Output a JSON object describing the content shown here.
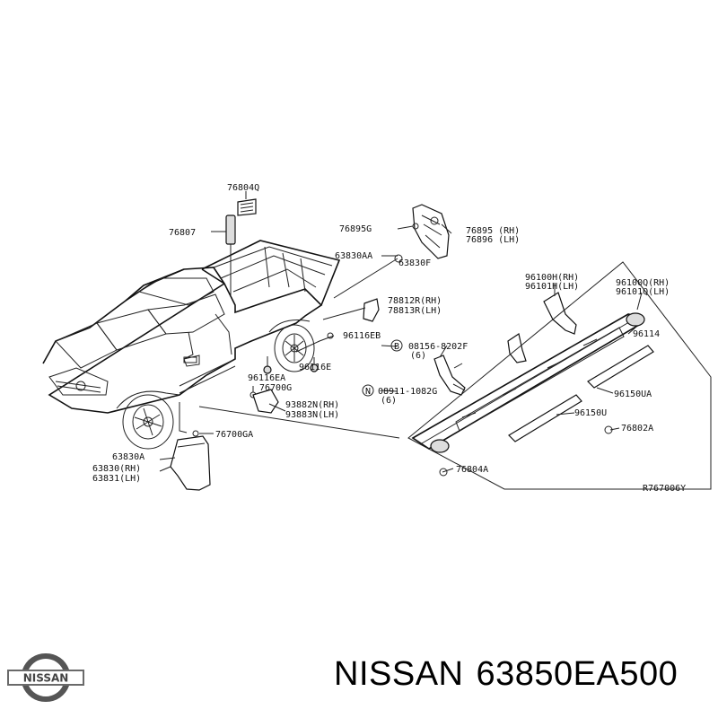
{
  "diagram": {
    "callouts": {
      "c76804q": "76804Q",
      "c76807": "76807",
      "c76895g": "76895G",
      "c76895": "76895 (RH)",
      "c76896": "76896 (LH)",
      "c63830aa": "63830AA",
      "c63830f": "63830F",
      "c96100h": "96100H(RH)",
      "c96101h": "96101H(LH)",
      "c96100q": "96100Q(RH)",
      "c96101q": "96101Q(LH)",
      "c78812r": "78812R(RH)",
      "c78813r": "78813R(LH)",
      "c96114": "96114",
      "c96116eb": "96116EB",
      "c08156_1": "08156-8202F",
      "c08156_2": "(6)",
      "c96116e": "96116E",
      "c96116ea": "96116EA",
      "c76700g": "76700G",
      "c08911_1": "08911-1082G",
      "c08911_2": "(6)",
      "c96150ua": "96150UA",
      "c93882n": "93882N(RH)",
      "c93883n": "93883N(LH)",
      "c96150u": "96150U",
      "c76802a": "76802A",
      "c76700ga": "76700GA",
      "c63830a": "63830A",
      "c63830": "63830(RH)",
      "c63831": "63831(LH)",
      "c76804a": "76804A",
      "b_mark": "B",
      "n_mark": "N",
      "ref": "R767006Y"
    }
  },
  "logo": {
    "text": "NISSAN"
  },
  "footer": {
    "brand": "NISSAN",
    "part_number": "63850EA500"
  }
}
